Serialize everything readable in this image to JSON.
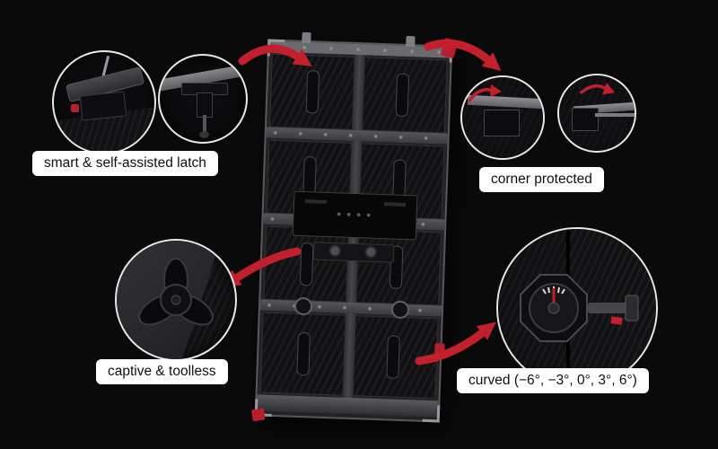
{
  "colors": {
    "background": "#0a0a0a",
    "accent_red": "#c2202d",
    "label_bg": "#ffffff",
    "label_text": "#101010",
    "cabinet_gray": "#232326"
  },
  "callouts": {
    "latch": {
      "label": "smart & self-assisted latch"
    },
    "corner": {
      "label": "corner protected"
    },
    "captive": {
      "label": "captive & toolless"
    },
    "curved": {
      "label": "curved (−6°, −3°, 0°, 3°, 6°)"
    }
  },
  "icons": {
    "red_arrow": "tapered curved pointer arrow",
    "latch_arm": "self-assisted latch arm",
    "corner_rail": "protected corner rail",
    "wing_knob": "captive toolless wing knob",
    "angle_dial": "curve angle adjustment dial"
  }
}
